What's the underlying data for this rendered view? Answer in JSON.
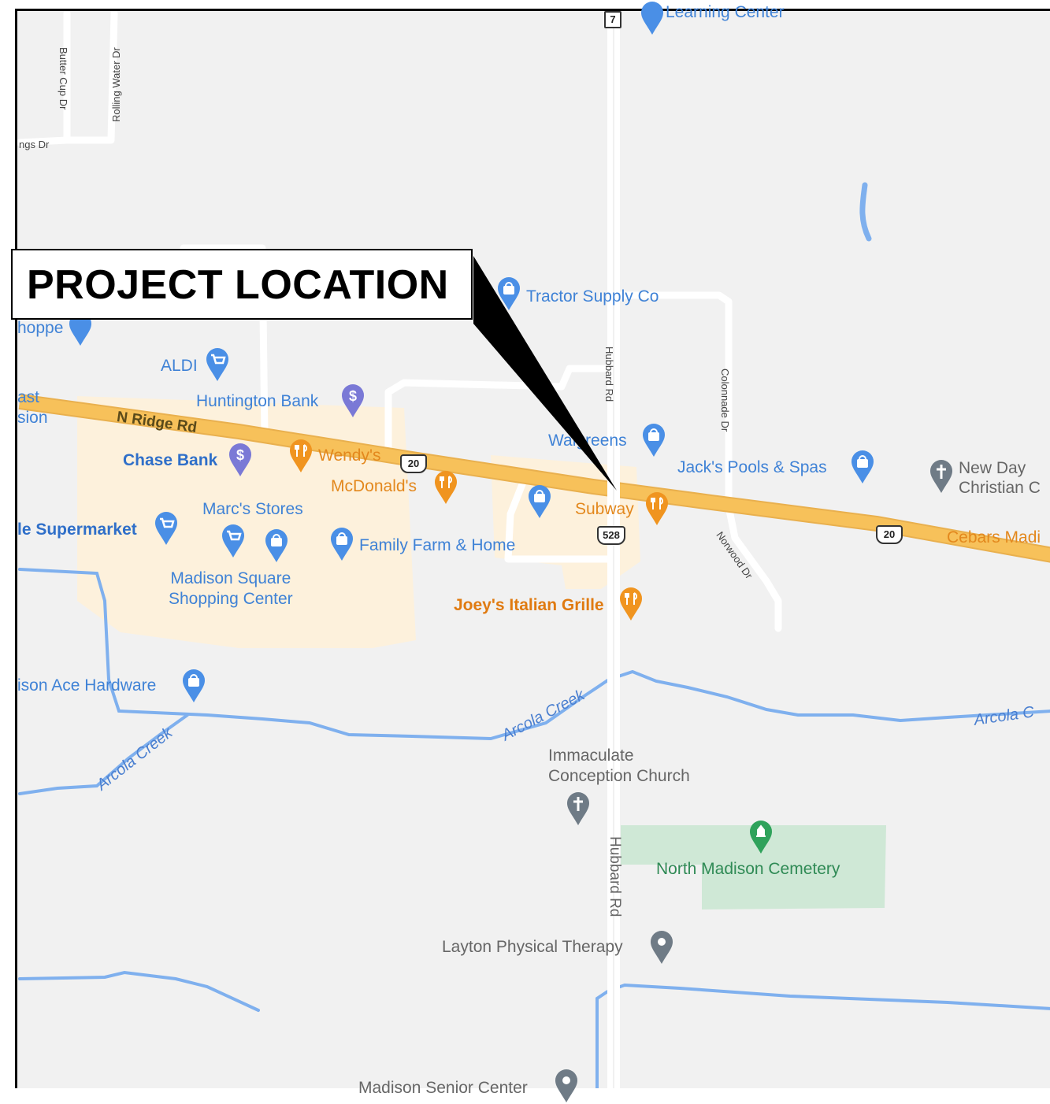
{
  "callout": {
    "text": "PROJECT LOCATION"
  },
  "roads": {
    "n_ridge_rd": "N Ridge Rd",
    "hubbard_rd_north": "Hubbard Rd",
    "hubbard_rd_south": "Hubbard Rd",
    "colonnade_dr": "Colonnade Dr",
    "norwood_dr": "Norwood Dr",
    "butter_cup_dr": "Butter Cup Dr",
    "rolling_water_dr": "Rolling Water Dr",
    "ngs_dr": "ngs Dr"
  },
  "shields": {
    "us20_west": "20",
    "us20_east": "20",
    "sr528": "528",
    "sr7": "7"
  },
  "creeks": {
    "west": "Arcola Creek",
    "center": "Arcola Creek",
    "east": "Arcola C"
  },
  "places": {
    "learning_center": "Learning Center",
    "tractor_supply": "Tractor Supply Co",
    "hoppe": "hoppe",
    "aldi": "ALDI",
    "east_label": "ast\nsion",
    "huntington_bank": "Huntington Bank",
    "chase_bank": "Chase Bank",
    "wendys": "Wendy's",
    "mcdonalds": "McDonald's",
    "walgreens": "Walgreens",
    "jacks_pools": "Jack's Pools & Spas",
    "new_day": "New Day\nChristian C",
    "subway": "Subway",
    "cebars": "Cebars Madi",
    "marcs": "Marc's Stores",
    "supermarket": "le Supermarket",
    "family_farm": "Family Farm & Home",
    "madison_square": "Madison Square\nShopping Center",
    "joeys": "Joey's Italian Grille",
    "ace_hardware": "ison Ace Hardware",
    "immaculate": "Immaculate\nConception Church",
    "cemetery": "North Madison Cemetery",
    "layton": "Layton Physical Therapy",
    "senior_center": "Madison Senior Center"
  },
  "colors": {
    "background": "#f1f1f1",
    "highway": "#f7c15a",
    "road": "#ffffff",
    "water": "#7fb0ee",
    "commercial": "#fdf1dc",
    "cemetery": "#cfe8d6",
    "pin_blue": "#4a8fe6",
    "pin_orange": "#f0941f",
    "pin_purple": "#7a79d6",
    "pin_gray": "#6f7b86",
    "pin_green": "#2fa25b"
  },
  "icons": {
    "shop": "shopping-bag-icon",
    "cart": "shopping-cart-icon",
    "food": "fork-knife-icon",
    "bank": "dollar-icon",
    "church": "cross-icon",
    "cemetery": "cemetery-icon",
    "place": "location-pin-icon"
  }
}
